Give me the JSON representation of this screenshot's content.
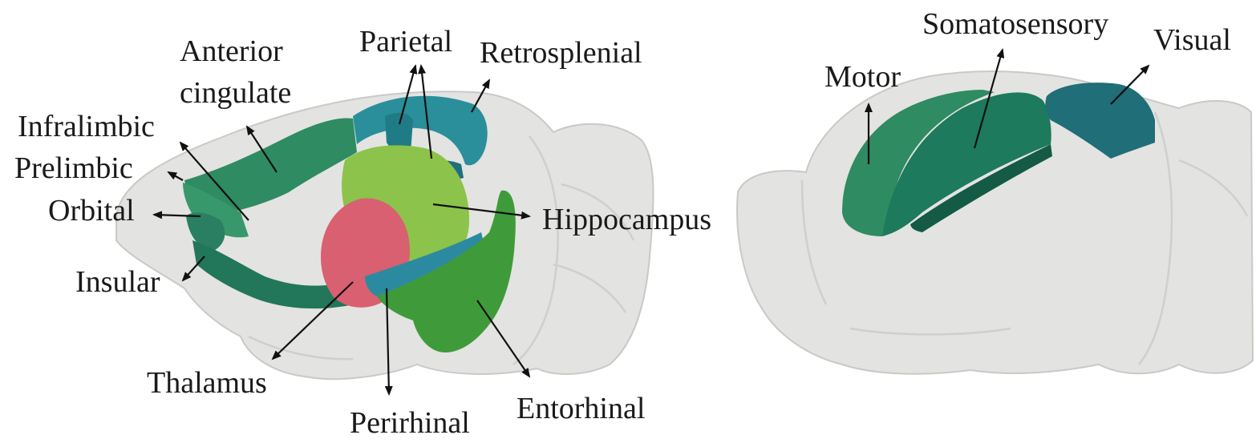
{
  "left_panel": {
    "labels": {
      "anterior_cingulate_line1": "Anterior",
      "anterior_cingulate_line2": "cingulate",
      "parietal": "Parietal",
      "retrosplenial": "Retrosplenial",
      "infralimbic": "Infralimbic",
      "prelimbic": "Prelimbic",
      "orbital": "Orbital",
      "hippocampus": "Hippocampus",
      "insular": "Insular",
      "thalamus": "Thalamus",
      "perirhinal": "Perirhinal",
      "entorhinal": "Entorhinal"
    }
  },
  "right_panel": {
    "labels": {
      "somatosensory": "Somatosensory",
      "visual": "Visual",
      "motor": "Motor"
    }
  },
  "colors": {
    "brain": "#e3e3e1",
    "cortex_green": "#2e8b62",
    "dark_teal": "#1f6f6a",
    "teal": "#2a8f9a",
    "hippocampus": "#8cc34a",
    "thalamus": "#d86070",
    "entorhinal": "#3f9b3a",
    "somatosensory": "#1d7a5c",
    "visual": "#1f6e78"
  }
}
